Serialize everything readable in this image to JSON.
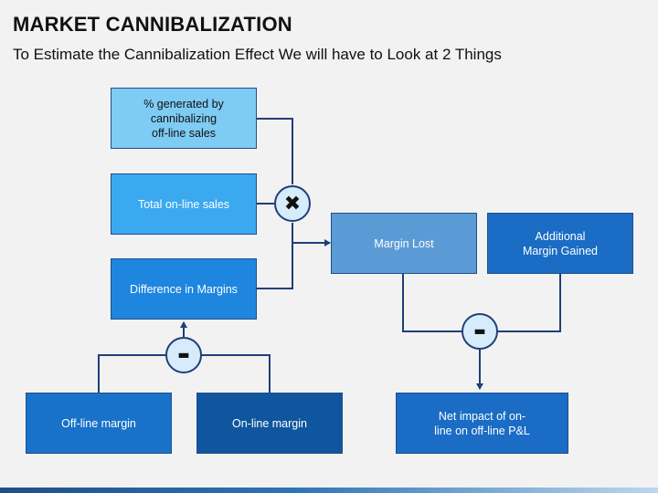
{
  "header": {
    "title": "MARKET CANNIBALIZATION",
    "subtitle": "To Estimate the Cannibalization Effect We will have to Look at 2 Things"
  },
  "diagram": {
    "boxes": {
      "pct_generated": "% generated by\ncannibalizing\noff-line sales",
      "total_online_sales": "Total on-line sales",
      "difference_in_margins": "Difference in Margins",
      "offline_margin": "Off-line margin",
      "online_margin": "On-line margin",
      "margin_lost": "Margin Lost",
      "additional_margin_gained": "Additional\nMargin Gained",
      "net_impact": "Net impact of on-\nline on off-line P&L"
    },
    "operators": {
      "multiply": "✖",
      "minus": "▬"
    }
  },
  "colors": {
    "connector": "#1f3f77",
    "light_box": "#7ecbf3",
    "mid_box": "#3aa9f0",
    "blue_box": "#1f86e0",
    "steel_box": "#5b9bd5",
    "dark_box": "#10569f"
  }
}
